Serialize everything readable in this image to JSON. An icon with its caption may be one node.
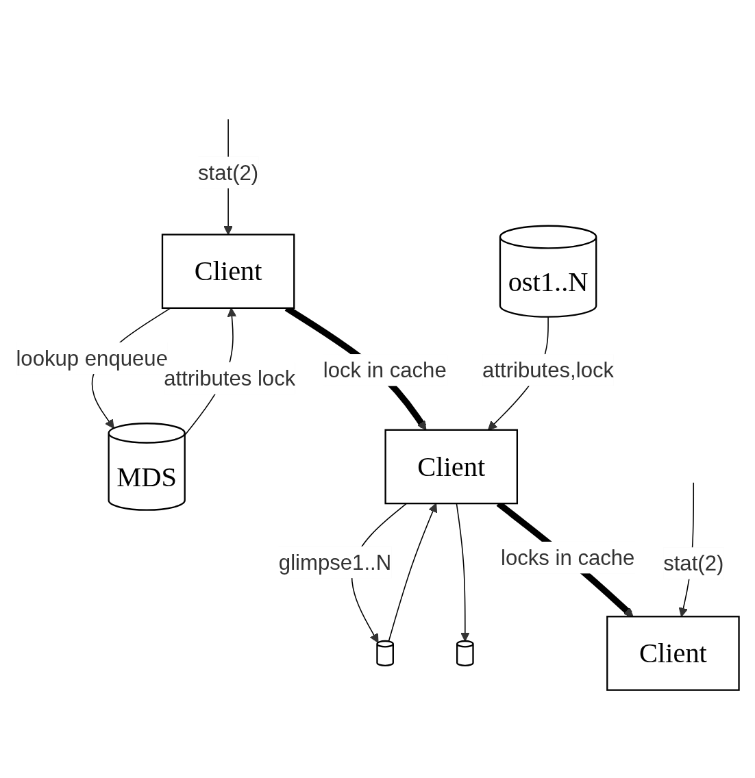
{
  "diagram": {
    "nodes": [
      {
        "text": [
          "Client"
        ]
      },
      {
        "text": [
          "MDS"
        ]
      },
      {
        "text": [
          "Client"
        ]
      },
      {
        "text": [],
        "shape": "cylinder"
      },
      {
        "text": [],
        "shape": "cylinder"
      },
      {
        "text": [
          "ost1..N"
        ]
      },
      {
        "text": [
          "Client"
        ]
      }
    ],
    "edges": [
      {
        "from": null,
        "to": 0,
        "arrow": "to",
        "label": "stat(2)"
      },
      {
        "from": 0,
        "to": 1,
        "arrow": "to",
        "label": "lookup enqueue"
      },
      {
        "from": 1,
        "to": 0,
        "arrow": "to",
        "label": "attributes lock"
      },
      {
        "from": 0,
        "to": 2,
        "arrow": "to",
        "label": "lock in cache",
        "style": "thick"
      },
      {
        "from": 2,
        "to": 3,
        "arrow": "to",
        "label": "glimpse1..N"
      },
      {
        "from": 2,
        "to": 4,
        "arrow": "to"
      },
      {
        "from": 3,
        "to": 2,
        "arrow": "to"
      },
      {
        "from": 5,
        "to": 2,
        "arrow": "to",
        "label": "attributes,lock"
      },
      {
        "from": 2,
        "to": 6,
        "arrow": "to",
        "label": "locks in cache",
        "style": "thick"
      },
      {
        "from": null,
        "to": 6,
        "arrow": "to",
        "label": "stat(2)"
      }
    ]
  }
}
